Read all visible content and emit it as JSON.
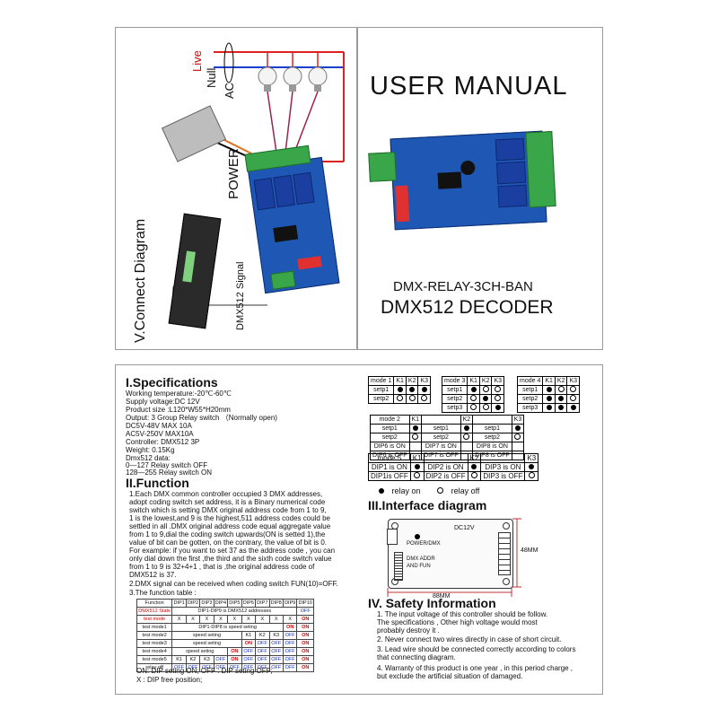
{
  "connect": {
    "title": "V.Connect Diagram",
    "live": "Live",
    "null": "Null",
    "ac": "AC",
    "power": "POWER",
    "dmx_signal": "DMX512 Signal"
  },
  "cover": {
    "title": "USER MANUAL",
    "model": "DMX-RELAY-3CH-BAN",
    "subtitle": "DMX512 DECODER"
  },
  "spec": {
    "title": "I.Specifications",
    "lines": [
      "Working temperature:-20℃-60℃",
      "Supply voltage:DC 12V",
      "Product size :L120*W55*H20mm",
      "Output: 3 Group Relay switch （Normally open)",
      "DC5V-48V        MAX 10A",
      "AC5V-250V    MAX10A",
      "Controller: DMX512  3P",
      "Weight: 0.15Kg",
      "Dmx512 data:",
      "0—127  Relay switch OFF",
      "128—255   Relay switch ON"
    ]
  },
  "function": {
    "title": "II.Function",
    "p1": [
      "1.Each DMX common controller occupied 3 DMX addresses,",
      "adopt coding switch set address, it is a Binary numerical code",
      "switch which is setting DMX original address code from 1 to 9,",
      "1 is the lowest,and 9 is the highest,511 address codes  could be",
      "settled  in all .DMX original address code equal aggregate value",
      "from 1 to 9,dial the coding switch upwards(ON is setted 1),the",
      "value of bit can be  gotten, on the contrary, the value of bit is 0.",
      "For example: if you want to set 37 as the address code , you can",
      "only dial down the first ,the third and the  sixth code switch value",
      "from 1 to 9 is 32+4+1  , that is ,the original address  code of",
      "DMX512 is 37."
    ],
    "p2": "2.DMX signal can be received when coding switch FUN(10)=OFF.",
    "p3": "3.The function table :",
    "legend1": "ON: DIP seting ON;    OFF :  DIP seting OFF;",
    "legend2": "X :  DIP free position;"
  },
  "function_table": {
    "header": [
      "Function",
      "DIP1",
      "DIP2",
      "DIP3",
      "DIP4",
      "DIP5",
      "DIP6",
      "DIP7",
      "DIP8",
      "DIP9",
      "DIP10"
    ],
    "dmx_state_label": "DMX512 State",
    "dmx_state_text": "DIP1-DIP9 is DMX512 addresses",
    "dmx_state_last": "OFF",
    "test_mode_label": "test mode",
    "test_mode_cells": [
      "X",
      "X",
      "X",
      "X",
      "X",
      "X",
      "X",
      "X",
      "X",
      "ON"
    ],
    "mode1_label": "test mode1",
    "mode1_text": "DIP1-DIP8 is speed seting",
    "mode1_tail": [
      "ON",
      "ON"
    ],
    "mode2_label": "test mode2",
    "mode2_text": "speed seting",
    "mode2_tail": [
      "K1",
      "K2",
      "K3",
      "OFF",
      "ON"
    ],
    "mode3_label": "test mode3",
    "mode3_text": "speed seting",
    "mode3_tail": [
      "ON",
      "OFF",
      "OFF",
      "OFF",
      "ON"
    ],
    "mode4_label": "test mode4",
    "mode4_text": "speed seting",
    "mode4_tail": [
      "ON",
      "OFF",
      "OFF",
      "OFF",
      "OFF",
      "ON"
    ],
    "mode5_label": "test mode5",
    "mode5_cells": [
      "K1",
      "K2",
      "K3",
      "OFF",
      "ON",
      "OFF",
      "OFF",
      "OFF",
      "OFF",
      "ON"
    ],
    "relay_off_label": "relay off",
    "relay_off_cells": [
      "OFF",
      "OFF",
      "OFF",
      "OFF",
      "OFF",
      "OFF",
      "OFF",
      "OFF",
      "OFF",
      "ON"
    ]
  },
  "modes": {
    "mode1": {
      "title": "mode 1",
      "k": [
        "K1",
        "K2",
        "K3"
      ],
      "rows": [
        {
          "label": "setp1",
          "v": [
            1,
            1,
            1
          ]
        },
        {
          "label": "setp2",
          "v": [
            0,
            0,
            0
          ]
        }
      ]
    },
    "mode3": {
      "title": "mode 3",
      "k": [
        "K1",
        "K2",
        "K3"
      ],
      "rows": [
        {
          "label": "setp1",
          "v": [
            1,
            0,
            0
          ]
        },
        {
          "label": "setp2",
          "v": [
            0,
            1,
            0
          ]
        },
        {
          "label": "setp3",
          "v": [
            0,
            0,
            1
          ]
        }
      ]
    },
    "mode4": {
      "title": "mode 4",
      "k": [
        "K1",
        "K2",
        "K3"
      ],
      "rows": [
        {
          "label": "setp1",
          "v": [
            1,
            0,
            0
          ]
        },
        {
          "label": "setp2",
          "v": [
            1,
            1,
            0
          ]
        },
        {
          "label": "setp3",
          "v": [
            1,
            1,
            1
          ]
        }
      ]
    },
    "mode2": {
      "title": "mode 2",
      "k": [
        "K1",
        "K2",
        "K3"
      ],
      "g1": [
        "DIP6 is ON",
        "DIP6 is OFF"
      ],
      "g2": [
        "DIP7 is ON",
        "DIP7 is OFF"
      ],
      "g3": [
        "DIP8 is ON",
        "DIP8 is OFF"
      ],
      "setp1": "setp1",
      "setp2": "setp2"
    },
    "mode5": {
      "title": "mode 5",
      "k": [
        "K1",
        "K2",
        "K3"
      ],
      "on": [
        "DIP1 is ON",
        "DIP2 is ON",
        "DIP3 is ON"
      ],
      "off": [
        "DIP1is OFF",
        "DIP2 is OFF",
        "DIP3 is OFF"
      ]
    },
    "legend_on": "relay on",
    "legend_off": "relay off"
  },
  "interface": {
    "title": "III.Interface diagram",
    "dc": "DC12V",
    "power": "POWER/DMX",
    "addr": "DMX ADDR",
    "fun": "AND FUN",
    "width": "88MM",
    "height": "48MM"
  },
  "safety": {
    "title": "IV. Safety Information",
    "items": [
      [
        "1.  The input voltage of this controller should be follow.",
        "The specifications , Other high voltage would most",
        "probably destroy it ."
      ],
      [
        "2.  Never connect two wires directly in case of short circuit."
      ],
      [
        "3.  Lead wire should be connected correctly according to colors",
        "that connecting diagram."
      ],
      [
        "4.  Warranty of this product is one year , in this period charge ,",
        "but exclude the artificial situation of damaged."
      ]
    ]
  },
  "colors": {
    "pcb": "#1f57b5",
    "terminal": "#3aa64a",
    "live_wire": "#e02020",
    "null_wire": "#1a3fd0",
    "frame": "#9a9a9a"
  }
}
